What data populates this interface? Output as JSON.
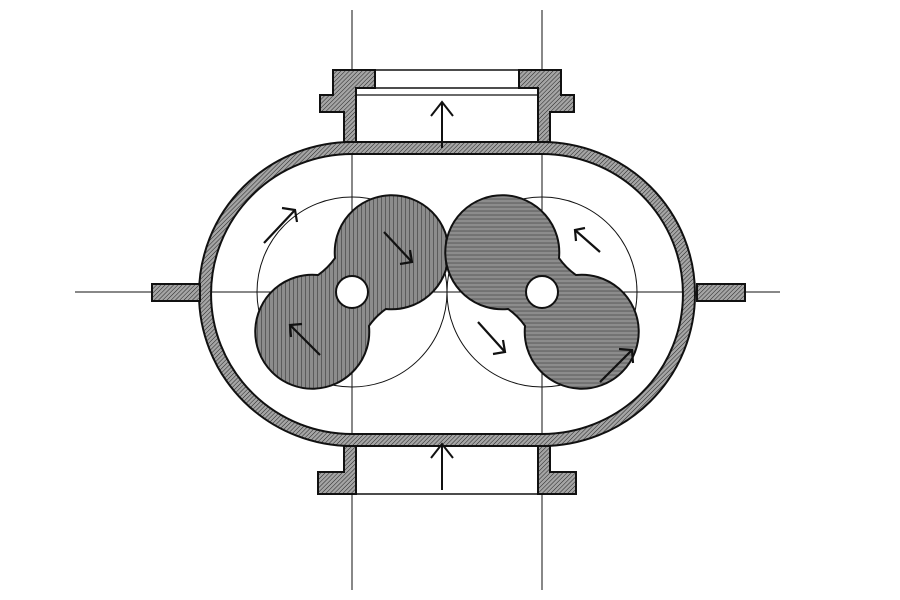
{
  "diagram": {
    "kind": "twin-lobe rotary pump cross-section",
    "labels": [],
    "colors": {
      "paper": "#ffffff",
      "ink": "#111111",
      "lobe_fill": "#8c8c8c",
      "wall_fill": "#9a9a9a"
    },
    "icons": [
      "inlet-flow-arrow",
      "outlet-flow-arrow",
      "rotation-arrow",
      "shaft-bore"
    ]
  }
}
